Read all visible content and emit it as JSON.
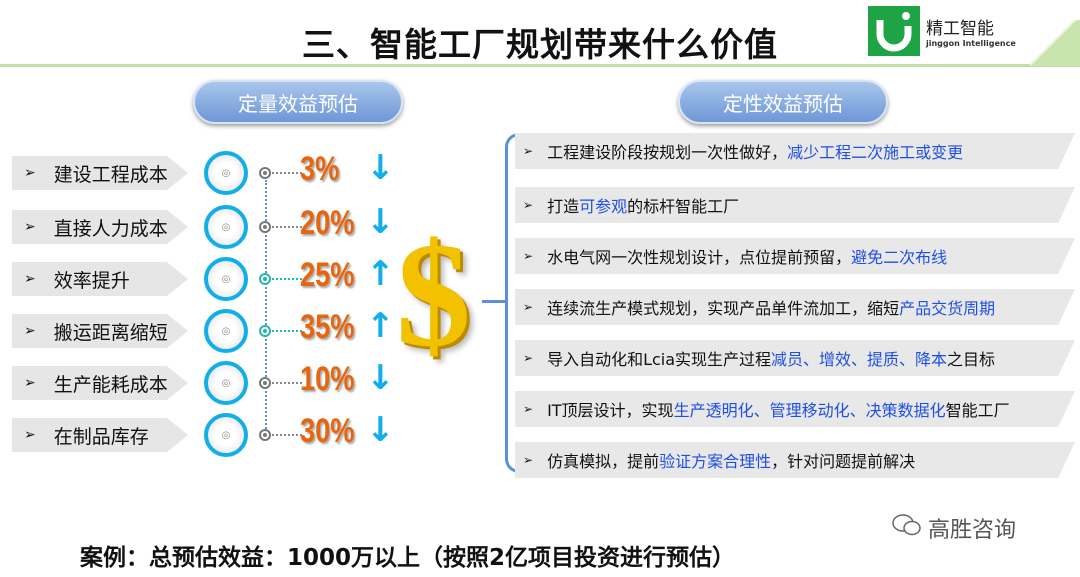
{
  "title": "三、智能工厂规划带来什么价值",
  "logo": {
    "name_cn": "精工智能",
    "name_en": "jinggon Intelligence"
  },
  "left_header": "定量效益预估",
  "right_header": "定性效益预估",
  "quantitative": [
    {
      "label": "建设工程成本",
      "value": "3%",
      "direction": "down"
    },
    {
      "label": "直接人力成本",
      "value": "20%",
      "direction": "down"
    },
    {
      "label": "效率提升",
      "value": "25%",
      "direction": "up"
    },
    {
      "label": "搬运距离缩短",
      "value": "35%",
      "direction": "up"
    },
    {
      "label": "生产能耗成本",
      "value": "10%",
      "direction": "down"
    },
    {
      "label": "在制品库存",
      "value": "30%",
      "direction": "down"
    }
  ],
  "qualitative": [
    {
      "a": "工程建设阶段按规划一次性做好，",
      "b": "减少工程二次施工或变更",
      "c": ""
    },
    {
      "a": "打造",
      "b": "可参观",
      "c": "的标杆智能工厂"
    },
    {
      "a": "水电气网一次性规划设计，点位提前预留，",
      "b": "避免二次布线",
      "c": ""
    },
    {
      "a": "连续流生产模式规划，实现产品单件流加工，缩短",
      "b": "产品交货周期",
      "c": ""
    },
    {
      "a": "导入自动化和Lcia实现生产过程",
      "b": "减员、增效、提质、降本",
      "c": "之目标"
    },
    {
      "a": "IT顶层设计，实现",
      "b": "生产透明化、管理移动化、决策数据化",
      "c": "智能工厂"
    },
    {
      "a": "仿真模拟，提前",
      "b": "验证方案合理性",
      "c": "，针对问题提前解决"
    }
  ],
  "bottom": "案例：总预估效益：1000万以上（按照2亿项目投资进行预估）",
  "watermark": "高胜咨询",
  "dollar": "$",
  "bullet": "➢"
}
